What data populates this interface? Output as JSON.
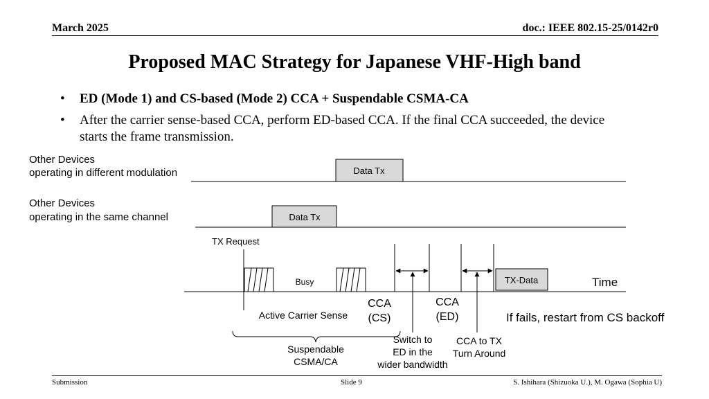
{
  "header": {
    "date": "March 2025",
    "doc": "doc.: IEEE 802.15-25/0142r0"
  },
  "title": "Proposed MAC Strategy for Japanese VHF-High band",
  "bullets": [
    "ED (Mode 1) and CS-based (Mode 2) CCA + Suspendable CSMA-CA",
    "After the carrier sense-based CCA, perform ED-based CCA. If the final CCA succeeded, the device starts the frame transmission."
  ],
  "diagram": {
    "row1_label": [
      "Other Devices",
      "operating in different modulation"
    ],
    "row1_box": "Data Tx",
    "row2_label": [
      "Other Devices",
      "operating in the same channel"
    ],
    "row2_box": "Data Tx",
    "tx_request": "TX Request",
    "busy": "Busy",
    "tx_data": "TX-Data",
    "time": "Time",
    "active_carrier_sense": "Active Carrier Sense",
    "cca_cs": [
      "CCA",
      "(CS)"
    ],
    "cca_ed": [
      "CCA",
      "(ED)"
    ],
    "restart_note": "If fails, restart from CS backoff",
    "suspendable": [
      "Suspendable",
      "CSMA/CA"
    ],
    "switch_to_ed": [
      "Switch to",
      "ED in the",
      "wider bandwidth"
    ],
    "cca_to_tx": [
      "CCA to TX",
      "Turn Around"
    ]
  },
  "footer": {
    "left": "Submission",
    "center": "Slide 9",
    "right": "S. Ishihara (Shizuoka U.), M. Ogawa (Sophia U)"
  }
}
